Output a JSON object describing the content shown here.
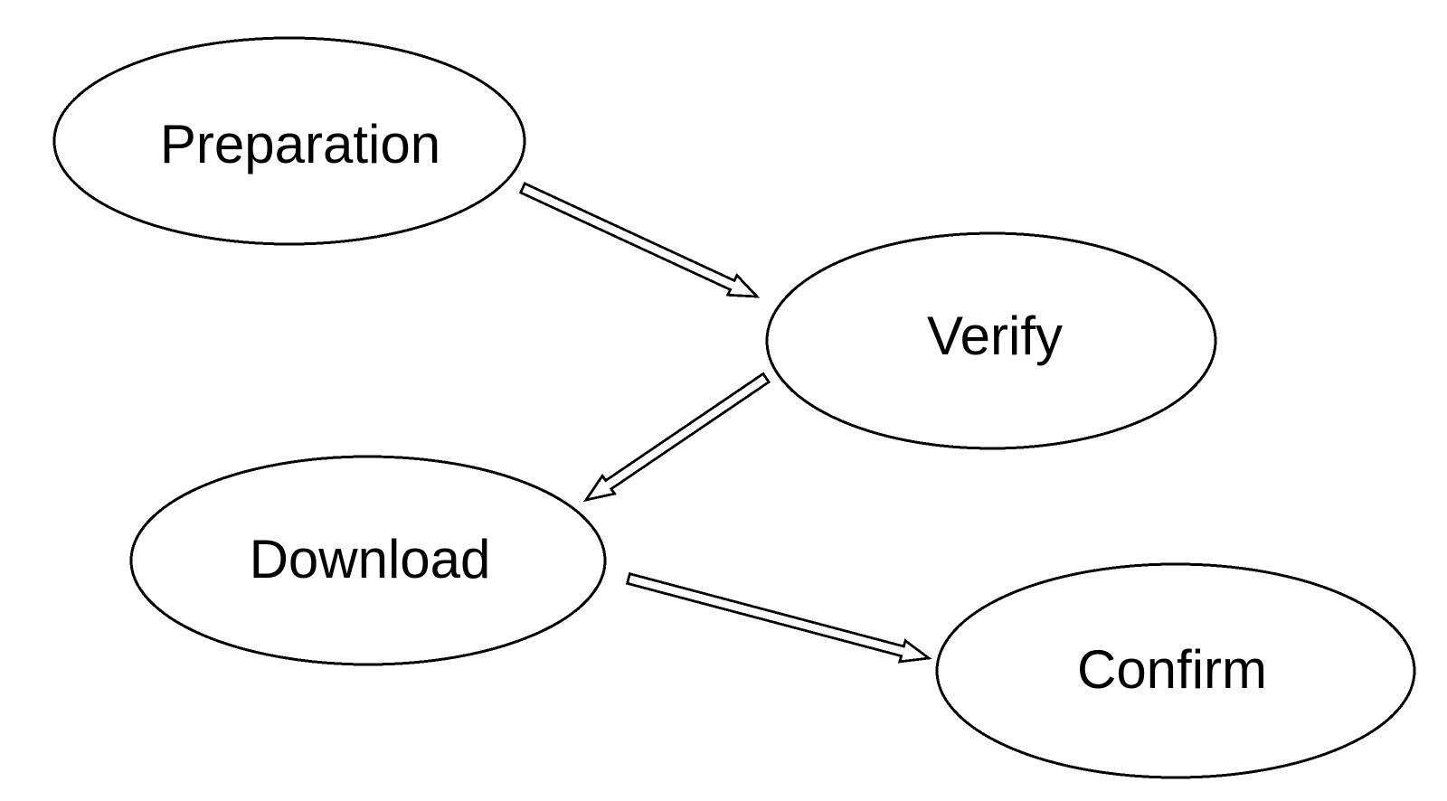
{
  "diagram": {
    "type": "flowchart",
    "background_color": "#ffffff",
    "node_shape": "ellipse",
    "node_fill_color": "#ffffff",
    "line_color": "#000000",
    "arrow_style": "hollow-outline",
    "nodes": [
      {
        "id": "preparation",
        "label": "Preparation",
        "shape": "ellipse"
      },
      {
        "id": "verify",
        "label": "Verify",
        "shape": "ellipse"
      },
      {
        "id": "download",
        "label": "Download",
        "shape": "ellipse"
      },
      {
        "id": "confirm",
        "label": "Confirm",
        "shape": "ellipse"
      }
    ],
    "edges": [
      {
        "from": "preparation",
        "to": "verify",
        "style": "hollow-arrow"
      },
      {
        "from": "verify",
        "to": "download",
        "style": "hollow-arrow"
      },
      {
        "from": "download",
        "to": "confirm",
        "style": "hollow-arrow"
      }
    ]
  }
}
